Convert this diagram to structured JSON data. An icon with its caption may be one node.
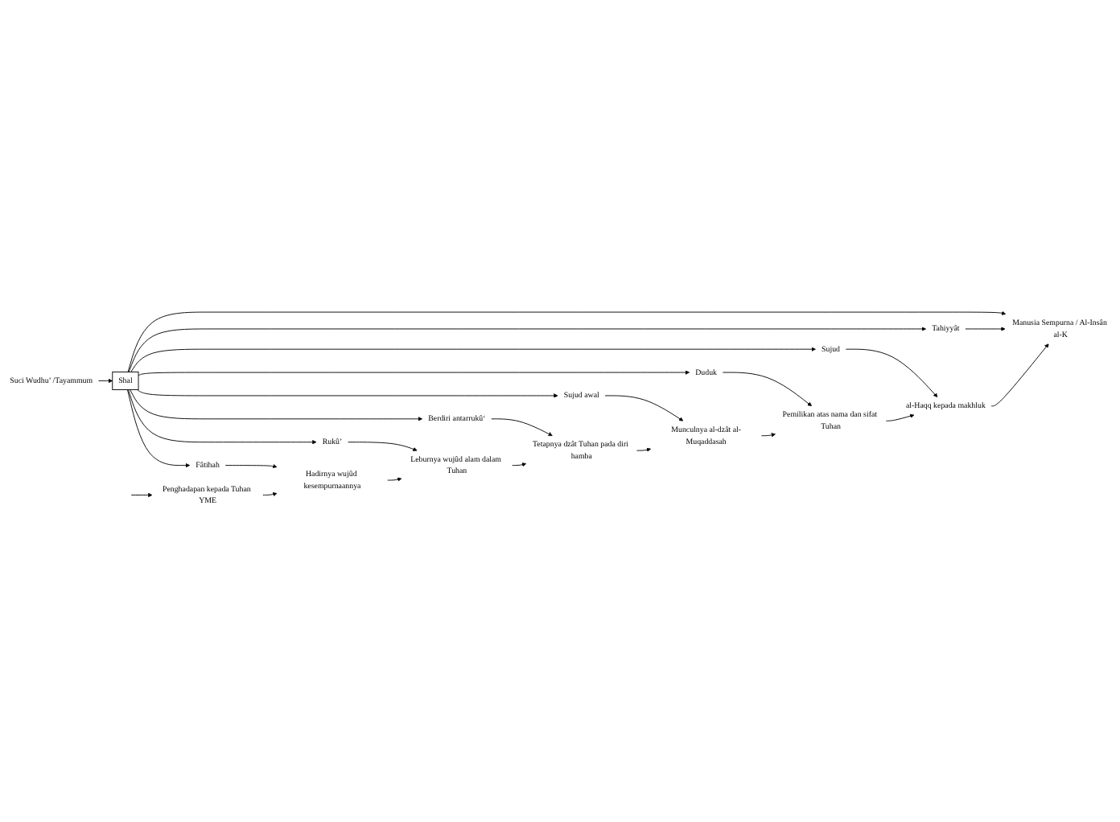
{
  "diagram": {
    "nodes": [
      {
        "text": [
          "Suci Wudhu’ /Tayammum"
        ]
      },
      {
        "text": [
          "Shal"
        ]
      },
      {
        "text": [
          "Fâtihah"
        ]
      },
      {
        "text": [
          "Rukû’"
        ]
      },
      {
        "text": [
          "Berdiri antarrukû‘"
        ]
      },
      {
        "text": [
          "Sujud awal"
        ]
      },
      {
        "text": [
          "Duduk"
        ]
      },
      {
        "text": [
          "Sujud"
        ]
      },
      {
        "text": [
          "Tahiyyât"
        ]
      },
      {
        "text": [
          "Penghadapan kepada Tuhan YME"
        ]
      },
      {
        "text": [
          "Hadirnya wujûd kesempurnaannya"
        ]
      },
      {
        "text": [
          "Leburnya wujûd alam dalam Tuhan"
        ]
      },
      {
        "text": [
          "Tetapnya dzât Tuhan pada diri hamba"
        ]
      },
      {
        "text": [
          "Munculnya al-dzât al-Muqaddasah"
        ]
      },
      {
        "text": [
          "Pemilikan atas nama dan sifat Tuhan"
        ]
      },
      {
        "text": [
          "al-Haqq kepada makhluk"
        ]
      },
      {
        "text": [
          "Manusia Sempurna / Al-Insân al-K"
        ]
      }
    ],
    "edges": [
      {
        "from": 0,
        "to": 1,
        "arrow": "to"
      },
      {
        "from": 1,
        "to": 2,
        "arrow": "to"
      },
      {
        "from": 1,
        "to": 3,
        "arrow": "to"
      },
      {
        "from": 1,
        "to": 4,
        "arrow": "to"
      },
      {
        "from": 1,
        "to": 5,
        "arrow": "to"
      },
      {
        "from": 1,
        "to": 6,
        "arrow": "to"
      },
      {
        "from": 1,
        "to": 7,
        "arrow": "to"
      },
      {
        "from": 1,
        "to": 8,
        "arrow": "to"
      },
      {
        "from": null,
        "to": 9,
        "arrow": "to"
      },
      {
        "from": 2,
        "to": 10,
        "arrow": "to"
      },
      {
        "from": 3,
        "to": 11,
        "arrow": "to"
      },
      {
        "from": 4,
        "to": 12,
        "arrow": "to"
      },
      {
        "from": 5,
        "to": 13,
        "arrow": "to"
      },
      {
        "from": 6,
        "to": 14,
        "arrow": "to"
      },
      {
        "from": 7,
        "to": 15,
        "arrow": "to"
      },
      {
        "from": 8,
        "to": 16,
        "arrow": "to"
      },
      {
        "from": 9,
        "to": 10,
        "arrow": "to"
      },
      {
        "from": 10,
        "to": 11,
        "arrow": "to"
      },
      {
        "from": 11,
        "to": 12,
        "arrow": "to"
      },
      {
        "from": 12,
        "to": 13,
        "arrow": "to"
      },
      {
        "from": 13,
        "to": 14,
        "arrow": "to"
      },
      {
        "from": 14,
        "to": 15,
        "arrow": "to"
      },
      {
        "from": 15,
        "to": 16,
        "arrow": "to"
      },
      {
        "from": 1,
        "to": 16,
        "arrow": "to"
      }
    ]
  }
}
